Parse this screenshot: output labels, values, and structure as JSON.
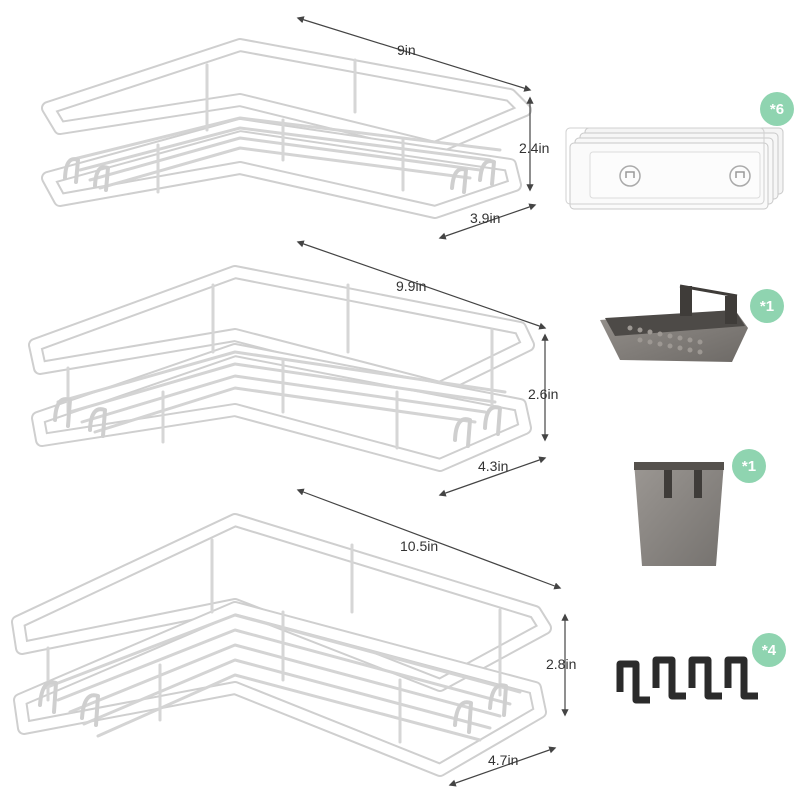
{
  "shelves": [
    {
      "name": "small-shelf",
      "width_label": "9in",
      "height_label": "2.4in",
      "depth_label": "3.9in"
    },
    {
      "name": "medium-shelf",
      "width_label": "9.9in",
      "height_label": "2.6in",
      "depth_label": "4.3in"
    },
    {
      "name": "large-shelf",
      "width_label": "10.5in",
      "height_label": "2.8in",
      "depth_label": "4.7in"
    }
  ],
  "accessories": [
    {
      "name": "adhesive-strips",
      "quantity_label": "*6"
    },
    {
      "name": "soap-dish",
      "quantity_label": "*1"
    },
    {
      "name": "toothbrush-cup",
      "quantity_label": "*1"
    },
    {
      "name": "hooks",
      "quantity_label": "*4"
    }
  ],
  "colors": {
    "rack": "#ffffff",
    "rack_outline": "#cfcfcf",
    "accessory_gray": "#6e6a66",
    "badge": "#8fd4b0",
    "text": "#333333"
  }
}
